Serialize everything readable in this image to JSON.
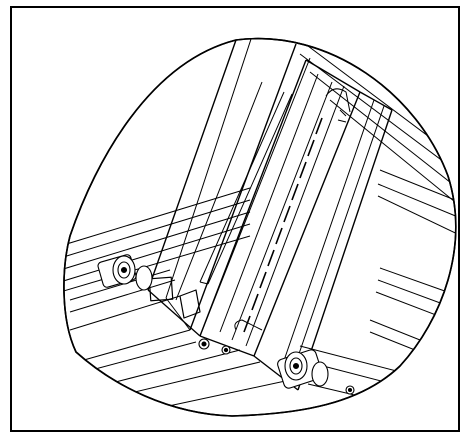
{
  "figure": {
    "type": "technical-line-drawing",
    "view": "circular-detail-callout",
    "subject": "tilted-rail-assembly",
    "colors": {
      "line": "#000000",
      "fill": "#ffffff",
      "shadow": "#1a1a1a"
    }
  }
}
